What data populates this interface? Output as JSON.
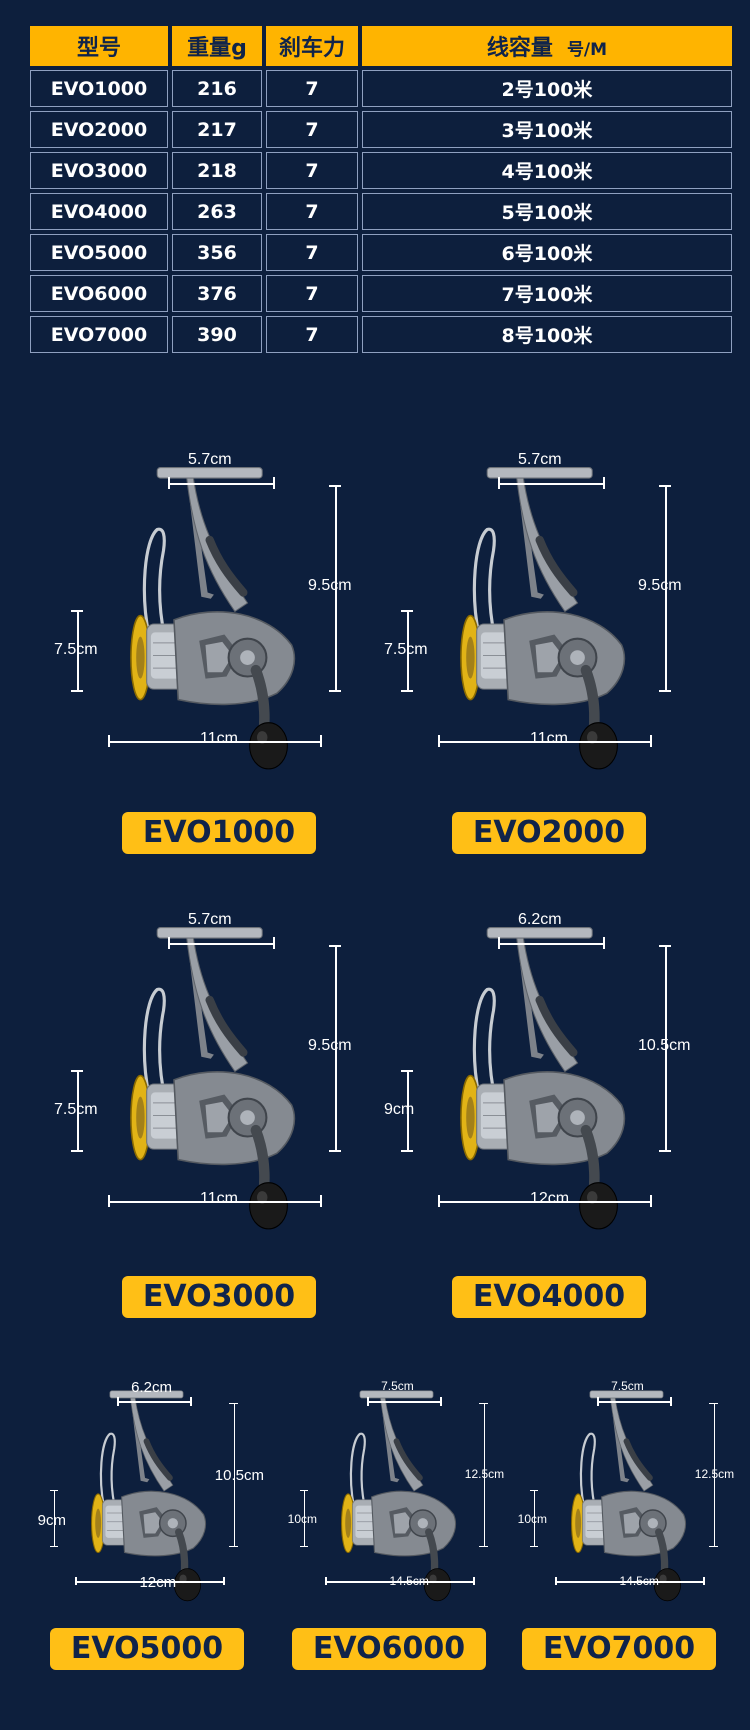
{
  "table": {
    "headers": [
      {
        "text": "型号"
      },
      {
        "text": "重量g"
      },
      {
        "text": "刹车力"
      },
      {
        "text": "线容量",
        "unit": "号/M"
      }
    ],
    "rows": [
      {
        "model": "EVO1000",
        "weight": "216",
        "drag": "7",
        "capacity": "2号100米"
      },
      {
        "model": "EVO2000",
        "weight": "217",
        "drag": "7",
        "capacity": "3号100米"
      },
      {
        "model": "EVO3000",
        "weight": "218",
        "drag": "7",
        "capacity": "4号100米"
      },
      {
        "model": "EVO4000",
        "weight": "263",
        "drag": "7",
        "capacity": "5号100米"
      },
      {
        "model": "EVO5000",
        "weight": "356",
        "drag": "7",
        "capacity": "6号100米"
      },
      {
        "model": "EVO6000",
        "weight": "376",
        "drag": "7",
        "capacity": "7号100米"
      },
      {
        "model": "EVO7000",
        "weight": "390",
        "drag": "7",
        "capacity": "8号100米"
      }
    ]
  },
  "reels": [
    {
      "model": "EVO1000",
      "handle": "5.7cm",
      "height": "9.5cm",
      "spool": "7.5cm",
      "length": "11cm"
    },
    {
      "model": "EVO2000",
      "handle": "5.7cm",
      "height": "9.5cm",
      "spool": "7.5cm",
      "length": "11cm"
    },
    {
      "model": "EVO3000",
      "handle": "5.7cm",
      "height": "9.5cm",
      "spool": "7.5cm",
      "length": "11cm"
    },
    {
      "model": "EVO4000",
      "handle": "6.2cm",
      "height": "10.5cm",
      "spool": "9cm",
      "length": "12cm"
    },
    {
      "model": "EVO5000",
      "handle": "6.2cm",
      "height": "10.5cm",
      "spool": "9cm",
      "length": "12cm"
    },
    {
      "model": "EVO6000",
      "handle": "7.5cm",
      "height": "12.5cm",
      "spool": "10cm",
      "length": "14.5cm"
    },
    {
      "model": "EVO7000",
      "handle": "7.5cm",
      "height": "12.5cm",
      "spool": "10cm",
      "length": "14.5cm"
    }
  ],
  "colors": {
    "background": "#0d1f3d",
    "accent": "#ffb400",
    "label_text": "#10244a",
    "reel_body": "#8a8f96",
    "reel_gold": "#e1b316"
  }
}
